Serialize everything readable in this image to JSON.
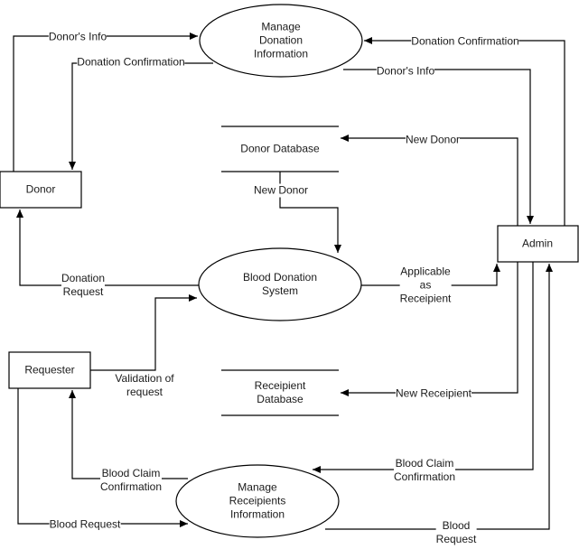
{
  "processes": {
    "manage_donation": "Manage\nDonation\nInformation",
    "blood_donation": "Blood Donation\nSystem",
    "manage_recipients": "Manage\nReceipients\nInformation"
  },
  "entities": {
    "donor": "Donor",
    "admin": "Admin",
    "requester": "Requester"
  },
  "stores": {
    "donor_db": "Donor Database",
    "recipient_db": "Receipient\nDatabase"
  },
  "flows": {
    "donor_info_1": "Donor's Info",
    "donation_confirmation_1": "Donation Confirmation",
    "donation_confirmation_2": "Donation Confirmation",
    "donor_info_2": "Donor's Info",
    "new_donor_1": "New Donor",
    "new_donor_2": "New Donor",
    "donation_request": "Donation\nRequest",
    "applicable_recipient": "Applicable\nas\nReceipient",
    "validation_request": "Validation of\nrequest",
    "new_recipient": "New Receipient",
    "blood_claim_conf_1": "Blood Claim\nConfirmation",
    "blood_claim_conf_2": "Blood Claim\nConfirmation",
    "blood_request_1": "Blood Request",
    "blood_request_2": "Blood\nRequest"
  }
}
